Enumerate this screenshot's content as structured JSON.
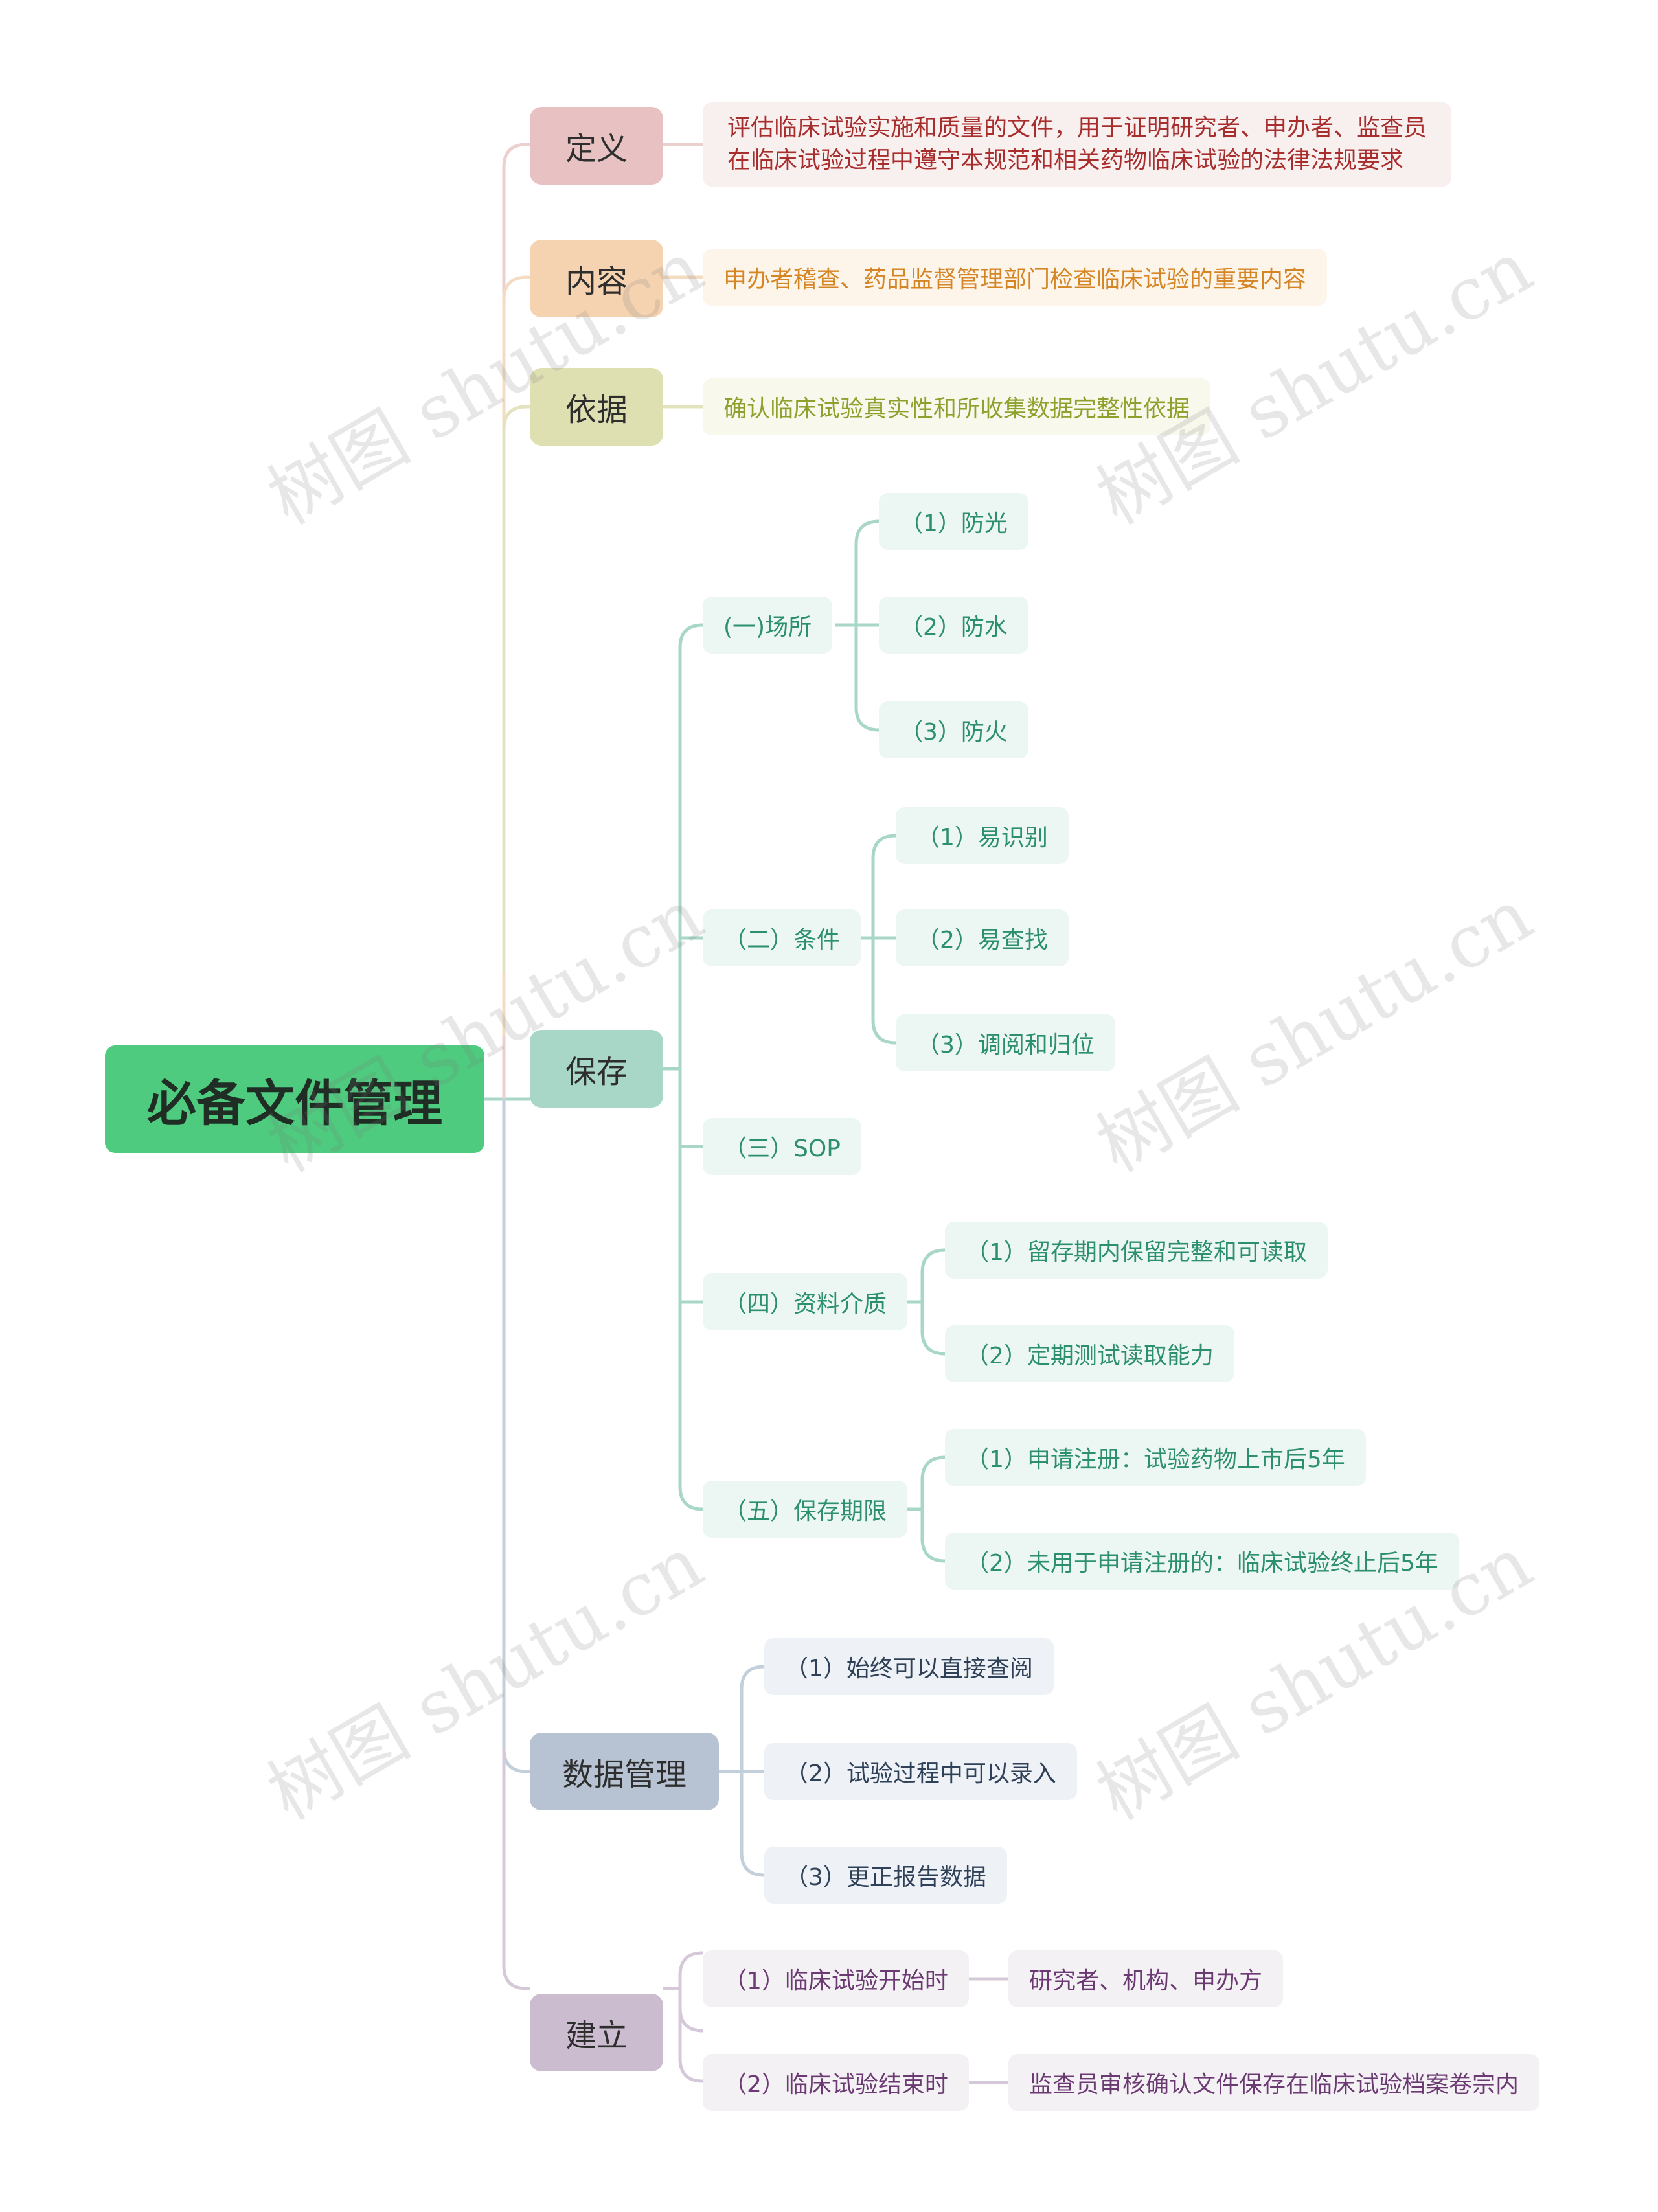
{
  "root": "必备文件管理",
  "watermark": "树图 shutu.cn",
  "colors": {
    "root": "#4ecb7e",
    "dingyi": "#e8c2c2",
    "dingyi_leaf": "#f8efef",
    "dingyi_text": "#a82d2d",
    "dingyi_line": "#eccfcf",
    "neirong": "#f6d3b0",
    "neirong_leaf": "#fdf4ea",
    "neirong_text": "#d58524",
    "neirong_line": "#f4dcc2",
    "yiju": "#dfe0b2",
    "yiju_leaf": "#f8f8ec",
    "yiju_text": "#8ea12c",
    "yiju_line": "#e3e4bf",
    "baocun": "#a8d7c7",
    "baocun_leaf": "#ecf6f2",
    "baocun_text": "#2c8f6e",
    "baocun_line": "#a8d7c7",
    "shuju": "#b7c3d3",
    "shuju_leaf": "#eef1f5",
    "shuju_text": "#2f4158",
    "shuju_line": "#c4cfdc",
    "jianli": "#cbbcd0",
    "jianli_leaf": "#f4f1f5",
    "jianli_text": "#6b3a72",
    "jianli_line": "#d4c8d9"
  },
  "branches": {
    "dingyi": {
      "label": "定义",
      "text": [
        "评估临床试验实施和质量的文件，用于证明研究者、申办者、监查员",
        "在临床试验过程中遵守本规范和相关药物临床试验的法律法规要求"
      ]
    },
    "neirong": {
      "label": "内容",
      "text": "申办者稽查、药品监督管理部门检查临床试验的重要内容"
    },
    "yiju": {
      "label": "依据",
      "text": "确认临床试验真实性和所收集数据完整性依据"
    },
    "baocun": {
      "label": "保存",
      "changsuo": {
        "label": "(一)场所",
        "items": [
          "（1）防光",
          "（2）防水",
          "（3）防火"
        ]
      },
      "tiaojian": {
        "label": "（二）条件",
        "items": [
          "（1）易识别",
          "（2）易查找",
          "（3）调阅和归位"
        ]
      },
      "sop": {
        "label": "（三）SOP"
      },
      "jiezhi": {
        "label": "（四）资料介质",
        "items": [
          "（1）留存期内保留完整和可读取",
          "（2）定期测试读取能力"
        ]
      },
      "qixian": {
        "label": "（五）保存期限",
        "items": [
          "（1）申请注册：试验药物上市后5年",
          "（2）未用于申请注册的：临床试验终止后5年"
        ]
      }
    },
    "shuju": {
      "label": "数据管理",
      "items": [
        "（1）始终可以直接查阅",
        "（2）试验过程中可以录入",
        "（3）更正报告数据"
      ]
    },
    "jianli": {
      "label": "建立",
      "start": {
        "label": "（1）临床试验开始时",
        "detail": "研究者、机构、申办方"
      },
      "end": {
        "label": "（2）临床试验结束时",
        "detail": "监查员审核确认文件保存在临床试验档案卷宗内"
      }
    }
  }
}
